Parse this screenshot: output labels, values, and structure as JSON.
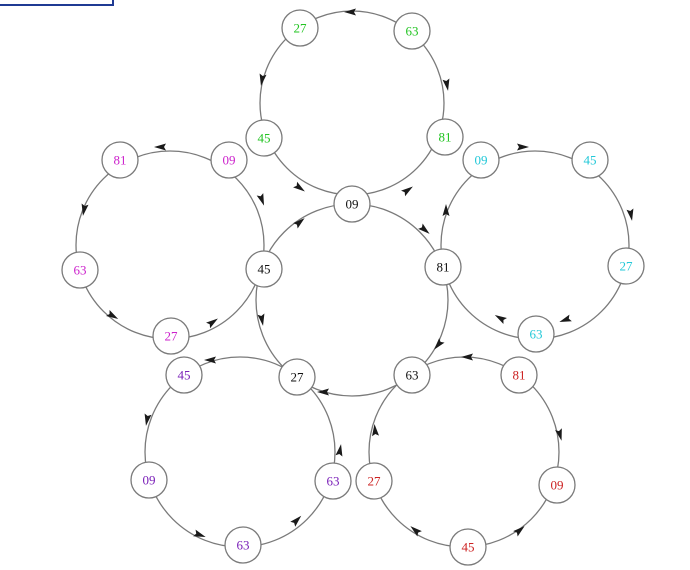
{
  "colors": {
    "center": "#111111",
    "top": "#22c422",
    "left": "#cc22cc",
    "right": "#22c8d8",
    "bottom_left": "#7a1fb8",
    "bottom_right": "#cc2222",
    "ring": "#7a7a7a",
    "arrow": "#1a1a1a",
    "corner_box_border": "#1f3a93"
  },
  "rings": [
    {
      "id": "center",
      "color_key": "center",
      "nodes": [
        {
          "id": "center-09",
          "label": "09"
        },
        {
          "id": "center-81",
          "label": "81"
        },
        {
          "id": "center-63",
          "label": "63"
        },
        {
          "id": "center-27",
          "label": "27"
        },
        {
          "id": "center-45",
          "label": "45"
        }
      ]
    },
    {
      "id": "top",
      "color_key": "top",
      "nodes": [
        {
          "id": "top-27",
          "label": "27"
        },
        {
          "id": "top-63",
          "label": "63"
        },
        {
          "id": "top-81",
          "label": "81"
        },
        {
          "id": "top-45",
          "label": "45"
        }
      ]
    },
    {
      "id": "left",
      "color_key": "left",
      "nodes": [
        {
          "id": "left-81",
          "label": "81"
        },
        {
          "id": "left-09",
          "label": "09"
        },
        {
          "id": "left-63",
          "label": "63"
        },
        {
          "id": "left-27",
          "label": "27"
        }
      ]
    },
    {
      "id": "right",
      "color_key": "right",
      "nodes": [
        {
          "id": "right-09",
          "label": "09"
        },
        {
          "id": "right-45",
          "label": "45"
        },
        {
          "id": "right-27",
          "label": "27"
        },
        {
          "id": "right-63",
          "label": "63"
        }
      ]
    },
    {
      "id": "bottom-left",
      "color_key": "bottom_left",
      "nodes": [
        {
          "id": "bl-45",
          "label": "45"
        },
        {
          "id": "bl-09",
          "label": "09"
        },
        {
          "id": "bl-63-right",
          "label": "63"
        },
        {
          "id": "bl-63-bottom",
          "label": "63"
        }
      ]
    },
    {
      "id": "bottom-right",
      "color_key": "bottom_right",
      "nodes": [
        {
          "id": "br-81",
          "label": "81"
        },
        {
          "id": "br-27",
          "label": "27"
        },
        {
          "id": "br-09",
          "label": "09"
        },
        {
          "id": "br-45",
          "label": "45"
        }
      ]
    }
  ]
}
